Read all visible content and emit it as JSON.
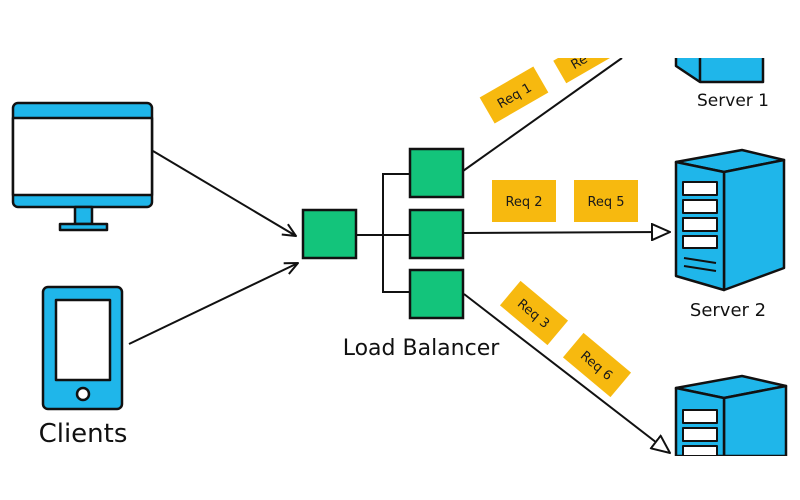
{
  "labels": {
    "clients": "Clients",
    "load_balancer": "Load Balancer",
    "server1": "Server 1",
    "server2": "Server 2"
  },
  "requests": {
    "req1": "Req 1",
    "req4_partial": "Re",
    "req2": "Req 2",
    "req5": "Req 5",
    "req3": "Req 3",
    "req6": "Req 6"
  },
  "colors": {
    "device_blue": "#1fb6ea",
    "device_stroke": "#111111",
    "lb_green": "#13c47b",
    "request_orange": "#f7b90f",
    "line": "#111111",
    "background": "#ffffff"
  },
  "icons": {
    "desktop": "desktop-monitor-icon",
    "phone": "smartphone-icon",
    "server": "server-tower-icon"
  }
}
